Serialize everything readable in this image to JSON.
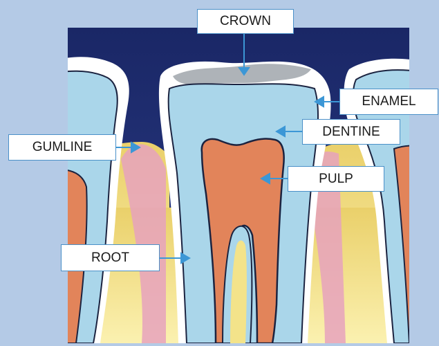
{
  "labels": {
    "crown": "CROWN",
    "enamel": "ENAMEL",
    "dentine": "DENTINE",
    "gumline": "GUMLINE",
    "pulp": "PULP",
    "root": "ROOT"
  },
  "colors": {
    "background": "#b4cae6",
    "gum_dark": "#1d2c6b",
    "enamel": "#ffffff",
    "dentine": "#add8ea",
    "pulp": "#e3845a",
    "gum_tissue": "#f2e07a",
    "gum_pink": "#e8a0b8",
    "arrow": "#3c97d6",
    "label_border": "#4a90c8"
  }
}
